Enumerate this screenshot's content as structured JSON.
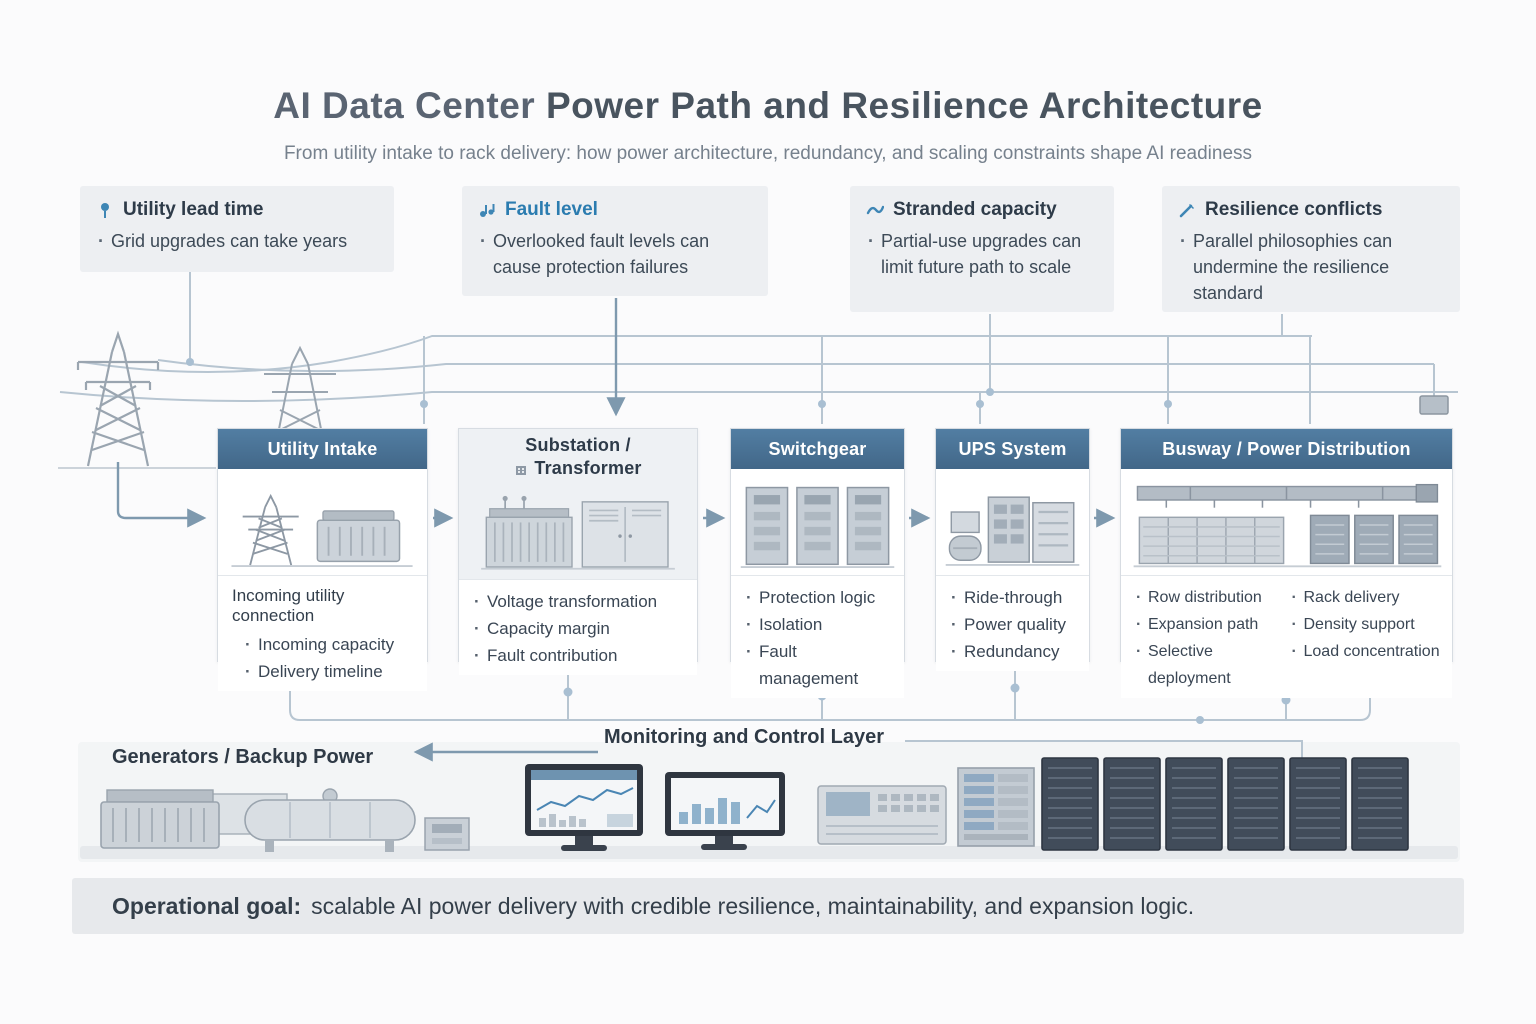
{
  "theme": {
    "header_blue": "#4a7295",
    "accent_blue": "#2b7cb0",
    "callout_bg": "#edeff2",
    "goal_bar_bg": "#e7e9ec",
    "wire_color": "#b7c5d1"
  },
  "header": {
    "title_prefix": "AI Data Center",
    "title_rest": " Power Path and Resilience Architecture",
    "subtitle": "From utility intake to rack delivery: how power architecture, redundancy, and scaling constraints shape AI readiness"
  },
  "callouts": [
    {
      "title": "Utility lead time",
      "bullets": [
        "Grid upgrades can take years"
      ]
    },
    {
      "title": "Fault level",
      "bullets": [
        "Overlooked fault levels can cause protection failures"
      ]
    },
    {
      "title": "Stranded capacity",
      "bullets": [
        "Partial-use upgrades can limit future path to scale"
      ]
    },
    {
      "title": "Resilience conflicts",
      "bullets": [
        "Parallel philosophies can undermine the resilience standard"
      ]
    }
  ],
  "stages": [
    {
      "title": "Utility Intake",
      "lead": "Incoming utility connection",
      "bullets": [
        "Incoming capacity",
        "Delivery timeline"
      ]
    },
    {
      "title_line1": "Substation /",
      "title_line2": "Transformer",
      "bullets": [
        "Voltage transformation",
        "Capacity margin",
        "Fault contribution"
      ]
    },
    {
      "title": "Switchgear",
      "bullets": [
        "Protection logic",
        "Isolation",
        "Fault management"
      ]
    },
    {
      "title": "UPS System",
      "bullets": [
        "Ride-through",
        "Power quality",
        "Redundancy"
      ]
    },
    {
      "title": "Busway / Power Distribution",
      "bullets_left": [
        "Row distribution",
        "Expansion path",
        "Selective deployment"
      ],
      "bullets_right": [
        "Rack delivery",
        "Density support",
        "Load concentration"
      ]
    }
  ],
  "bottom": {
    "generators_label": "Generators / Backup Power",
    "monitoring_label": "Monitoring and Control Layer"
  },
  "goal": {
    "label": "Operational goal:",
    "text": "scalable AI power delivery with credible resilience, maintainability, and expansion logic."
  }
}
